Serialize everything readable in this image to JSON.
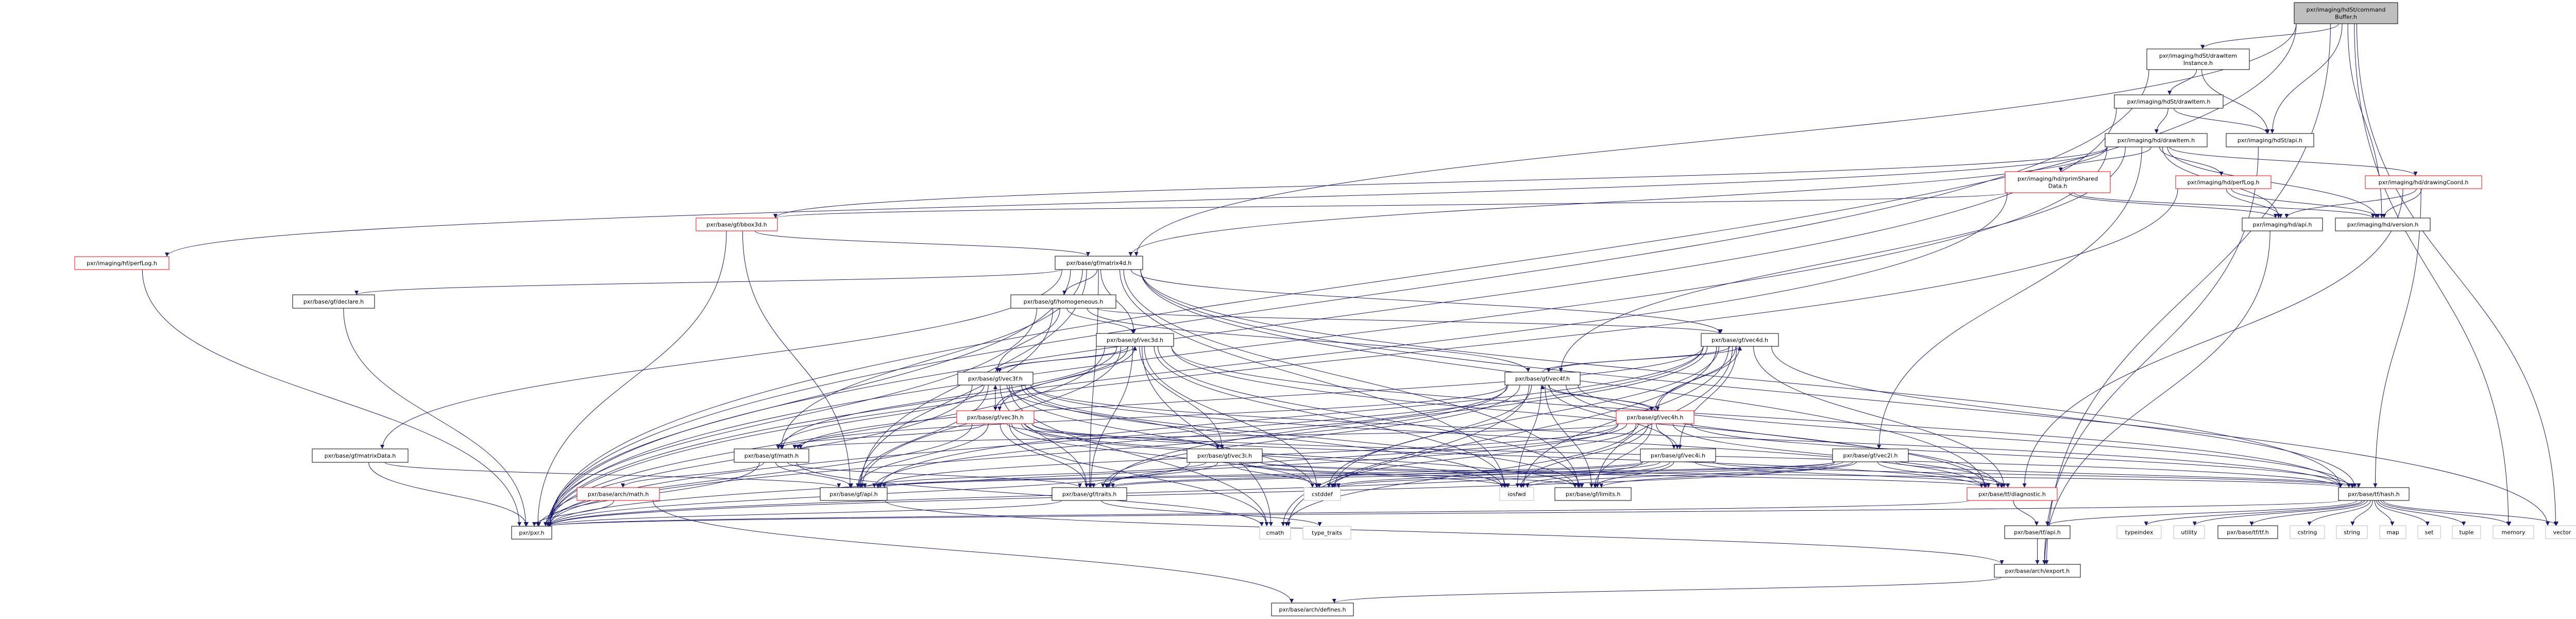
{
  "title": "pxr/imaging/hdSt/commandBuffer.h include dependency graph",
  "colors": {
    "edge": "#191970",
    "truncated_border": "#ff0000",
    "focus_fill": "#bfbfbf",
    "system_border": "#bfbfbf"
  },
  "nodes": [
    {
      "id": "cb",
      "lines": [
        "pxr/imaging/hdSt/command",
        "Buffer.h"
      ],
      "style": "focus"
    },
    {
      "id": "dii",
      "lines": [
        "pxr/imaging/hdSt/drawItem",
        "Instance.h"
      ],
      "style": "normal"
    },
    {
      "id": "hdstdi",
      "lines": [
        "pxr/imaging/hdSt/drawItem.h"
      ],
      "style": "normal"
    },
    {
      "id": "hddi",
      "lines": [
        "pxr/imaging/hd/drawItem.h"
      ],
      "style": "normal"
    },
    {
      "id": "hdstapi",
      "lines": [
        "pxr/imaging/hdSt/api.h"
      ],
      "style": "normal"
    },
    {
      "id": "rpsd",
      "lines": [
        "pxr/imaging/hd/rprimShared",
        "Data.h"
      ],
      "style": "red"
    },
    {
      "id": "hdperf",
      "lines": [
        "pxr/imaging/hd/perfLog.h"
      ],
      "style": "red"
    },
    {
      "id": "dcoord",
      "lines": [
        "pxr/imaging/hd/drawingCoord.h"
      ],
      "style": "red"
    },
    {
      "id": "hdapi",
      "lines": [
        "pxr/imaging/hd/api.h"
      ],
      "style": "normal"
    },
    {
      "id": "hdver",
      "lines": [
        "pxr/imaging/hd/version.h"
      ],
      "style": "normal"
    },
    {
      "id": "hfperf",
      "lines": [
        "pxr/imaging/hf/perfLog.h"
      ],
      "style": "red"
    },
    {
      "id": "bbox",
      "lines": [
        "pxr/base/gf/bbox3d.h"
      ],
      "style": "red"
    },
    {
      "id": "m4d",
      "lines": [
        "pxr/base/gf/matrix4d.h"
      ],
      "style": "normal"
    },
    {
      "id": "decl",
      "lines": [
        "pxr/base/gf/declare.h"
      ],
      "style": "normal"
    },
    {
      "id": "homog",
      "lines": [
        "pxr/base/gf/homogeneous.h"
      ],
      "style": "normal"
    },
    {
      "id": "v3d",
      "lines": [
        "pxr/base/gf/vec3d.h"
      ],
      "style": "normal"
    },
    {
      "id": "v4d",
      "lines": [
        "pxr/base/gf/vec4d.h"
      ],
      "style": "normal"
    },
    {
      "id": "v3f",
      "lines": [
        "pxr/base/gf/vec3f.h"
      ],
      "style": "normal"
    },
    {
      "id": "v4f",
      "lines": [
        "pxr/base/gf/vec4f.h"
      ],
      "style": "normal"
    },
    {
      "id": "v3h",
      "lines": [
        "pxr/base/gf/vec3h.h"
      ],
      "style": "red"
    },
    {
      "id": "v4h",
      "lines": [
        "pxr/base/gf/vec4h.h"
      ],
      "style": "red"
    },
    {
      "id": "mdata",
      "lines": [
        "pxr/base/gf/matrixData.h"
      ],
      "style": "normal"
    },
    {
      "id": "gmath",
      "lines": [
        "pxr/base/gf/math.h"
      ],
      "style": "normal"
    },
    {
      "id": "v3i",
      "lines": [
        "pxr/base/gf/vec3i.h"
      ],
      "style": "normal"
    },
    {
      "id": "v4i",
      "lines": [
        "pxr/base/gf/vec4i.h"
      ],
      "style": "normal"
    },
    {
      "id": "v2i",
      "lines": [
        "pxr/base/gf/vec2i.h"
      ],
      "style": "normal"
    },
    {
      "id": "amath",
      "lines": [
        "pxr/base/arch/math.h"
      ],
      "style": "red"
    },
    {
      "id": "gapi",
      "lines": [
        "pxr/base/gf/api.h"
      ],
      "style": "normal"
    },
    {
      "id": "traits",
      "lines": [
        "pxr/base/gf/traits.h"
      ],
      "style": "normal"
    },
    {
      "id": "cstddef",
      "lines": [
        "cstddef"
      ],
      "style": "system"
    },
    {
      "id": "iosfwd",
      "lines": [
        "iosfwd"
      ],
      "style": "system"
    },
    {
      "id": "limits",
      "lines": [
        "pxr/base/gf/limits.h"
      ],
      "style": "normal"
    },
    {
      "id": "diag",
      "lines": [
        "pxr/base/tf/diagnostic.h"
      ],
      "style": "red"
    },
    {
      "id": "hash",
      "lines": [
        "pxr/base/tf/hash.h"
      ],
      "style": "normal"
    },
    {
      "id": "pxr",
      "lines": [
        "pxr/pxr.h"
      ],
      "style": "normal"
    },
    {
      "id": "cmath",
      "lines": [
        "cmath"
      ],
      "style": "system"
    },
    {
      "id": "ttraits",
      "lines": [
        "type_traits"
      ],
      "style": "system"
    },
    {
      "id": "tfapi",
      "lines": [
        "pxr/base/tf/api.h"
      ],
      "style": "normal"
    },
    {
      "id": "typeindex",
      "lines": [
        "typeindex"
      ],
      "style": "system"
    },
    {
      "id": "utility",
      "lines": [
        "utility"
      ],
      "style": "system"
    },
    {
      "id": "tf",
      "lines": [
        "pxr/base/tf/tf.h"
      ],
      "style": "normal"
    },
    {
      "id": "cstring",
      "lines": [
        "cstring"
      ],
      "style": "system"
    },
    {
      "id": "string",
      "lines": [
        "string"
      ],
      "style": "system"
    },
    {
      "id": "map",
      "lines": [
        "map"
      ],
      "style": "system"
    },
    {
      "id": "set",
      "lines": [
        "set"
      ],
      "style": "system"
    },
    {
      "id": "tuple",
      "lines": [
        "tuple"
      ],
      "style": "system"
    },
    {
      "id": "memory",
      "lines": [
        "memory"
      ],
      "style": "system"
    },
    {
      "id": "vector",
      "lines": [
        "vector"
      ],
      "style": "system"
    },
    {
      "id": "export",
      "lines": [
        "pxr/base/arch/export.h"
      ],
      "style": "normal"
    },
    {
      "id": "defines",
      "lines": [
        "pxr/base/arch/defines.h"
      ],
      "style": "normal"
    }
  ],
  "edges": [
    [
      "cb",
      "dii"
    ],
    [
      "cb",
      "hdstapi"
    ],
    [
      "cb",
      "hdver"
    ],
    [
      "cb",
      "pxr"
    ],
    [
      "cb",
      "m4d"
    ],
    [
      "cb",
      "memory"
    ],
    [
      "cb",
      "vector"
    ],
    [
      "cb",
      "export"
    ],
    [
      "dii",
      "hdstdi"
    ],
    [
      "dii",
      "hdstapi"
    ],
    [
      "dii",
      "pxr"
    ],
    [
      "hdstdi",
      "hddi"
    ],
    [
      "hdstdi",
      "hdstapi"
    ],
    [
      "hdstdi",
      "pxr"
    ],
    [
      "hddi",
      "rpsd"
    ],
    [
      "hddi",
      "hdperf"
    ],
    [
      "hddi",
      "dcoord"
    ],
    [
      "hddi",
      "hdapi"
    ],
    [
      "hddi",
      "hdver"
    ],
    [
      "hddi",
      "bbox"
    ],
    [
      "hddi",
      "m4d"
    ],
    [
      "hddi",
      "hfperf"
    ],
    [
      "hddi",
      "v2i"
    ],
    [
      "hddi",
      "v4f"
    ],
    [
      "hddi",
      "pxr"
    ],
    [
      "hdstapi",
      "export"
    ],
    [
      "rpsd",
      "hdapi"
    ],
    [
      "rpsd",
      "hdver"
    ],
    [
      "rpsd",
      "bbox"
    ],
    [
      "rpsd",
      "pxr"
    ],
    [
      "hdperf",
      "hdapi"
    ],
    [
      "hdperf",
      "hdver"
    ],
    [
      "hdperf",
      "pxr"
    ],
    [
      "dcoord",
      "hdapi"
    ],
    [
      "dcoord",
      "hdver"
    ],
    [
      "dcoord",
      "diag"
    ],
    [
      "dcoord",
      "hash"
    ],
    [
      "hdapi",
      "export"
    ],
    [
      "hfperf",
      "pxr"
    ],
    [
      "bbox",
      "m4d"
    ],
    [
      "bbox",
      "gapi"
    ],
    [
      "bbox",
      "pxr"
    ],
    [
      "m4d",
      "decl"
    ],
    [
      "m4d",
      "homog"
    ],
    [
      "m4d",
      "v3d"
    ],
    [
      "m4d",
      "v4d"
    ],
    [
      "m4d",
      "mdata"
    ],
    [
      "m4d",
      "gmath"
    ],
    [
      "m4d",
      "gapi"
    ],
    [
      "m4d",
      "traits"
    ],
    [
      "m4d",
      "limits"
    ],
    [
      "m4d",
      "diag"
    ],
    [
      "m4d",
      "hash"
    ],
    [
      "m4d",
      "iosfwd"
    ],
    [
      "m4d",
      "vector"
    ],
    [
      "m4d",
      "pxr"
    ],
    [
      "decl",
      "pxr"
    ],
    [
      "homog",
      "v3d"
    ],
    [
      "homog",
      "v3f"
    ],
    [
      "homog",
      "v4d"
    ],
    [
      "homog",
      "v4f"
    ],
    [
      "homog",
      "gapi"
    ],
    [
      "homog",
      "pxr"
    ],
    [
      "v3d",
      "v3f"
    ],
    [
      "v3d",
      "v3h"
    ],
    [
      "v3d",
      "v3i"
    ],
    [
      "v3d",
      "gmath"
    ],
    [
      "v3d",
      "gapi"
    ],
    [
      "v3d",
      "traits"
    ],
    [
      "v3d",
      "limits"
    ],
    [
      "v3d",
      "cstddef"
    ],
    [
      "v3d",
      "iosfwd"
    ],
    [
      "v3d",
      "cmath"
    ],
    [
      "v3d",
      "diag"
    ],
    [
      "v3d",
      "hash"
    ],
    [
      "v3d",
      "pxr"
    ],
    [
      "v4d",
      "v4f"
    ],
    [
      "v4d",
      "v4h"
    ],
    [
      "v4d",
      "v4i"
    ],
    [
      "v4d",
      "gmath"
    ],
    [
      "v4d",
      "gapi"
    ],
    [
      "v4d",
      "traits"
    ],
    [
      "v4d",
      "limits"
    ],
    [
      "v4d",
      "cstddef"
    ],
    [
      "v4d",
      "iosfwd"
    ],
    [
      "v4d",
      "cmath"
    ],
    [
      "v4d",
      "diag"
    ],
    [
      "v4d",
      "hash"
    ],
    [
      "v4d",
      "pxr"
    ],
    [
      "v3f",
      "v3d"
    ],
    [
      "v3f",
      "v3h"
    ],
    [
      "v3f",
      "v3i"
    ],
    [
      "v3f",
      "gmath"
    ],
    [
      "v3f",
      "gapi"
    ],
    [
      "v3f",
      "traits"
    ],
    [
      "v3f",
      "limits"
    ],
    [
      "v3f",
      "cstddef"
    ],
    [
      "v3f",
      "iosfwd"
    ],
    [
      "v3f",
      "cmath"
    ],
    [
      "v3f",
      "diag"
    ],
    [
      "v3f",
      "hash"
    ],
    [
      "v3f",
      "pxr"
    ],
    [
      "v4f",
      "v4d"
    ],
    [
      "v4f",
      "v4h"
    ],
    [
      "v4f",
      "v4i"
    ],
    [
      "v4f",
      "gmath"
    ],
    [
      "v4f",
      "gapi"
    ],
    [
      "v4f",
      "traits"
    ],
    [
      "v4f",
      "limits"
    ],
    [
      "v4f",
      "cstddef"
    ],
    [
      "v4f",
      "iosfwd"
    ],
    [
      "v4f",
      "cmath"
    ],
    [
      "v4f",
      "diag"
    ],
    [
      "v4f",
      "hash"
    ],
    [
      "v4f",
      "pxr"
    ],
    [
      "v3h",
      "v3d"
    ],
    [
      "v3h",
      "v3f"
    ],
    [
      "v3h",
      "v3i"
    ],
    [
      "v3h",
      "gmath"
    ],
    [
      "v3h",
      "gapi"
    ],
    [
      "v3h",
      "traits"
    ],
    [
      "v3h",
      "limits"
    ],
    [
      "v3h",
      "cstddef"
    ],
    [
      "v3h",
      "iosfwd"
    ],
    [
      "v3h",
      "cmath"
    ],
    [
      "v3h",
      "diag"
    ],
    [
      "v3h",
      "hash"
    ],
    [
      "v3h",
      "pxr"
    ],
    [
      "v4h",
      "v4d"
    ],
    [
      "v4h",
      "v4f"
    ],
    [
      "v4h",
      "v4i"
    ],
    [
      "v4h",
      "gmath"
    ],
    [
      "v4h",
      "gapi"
    ],
    [
      "v4h",
      "traits"
    ],
    [
      "v4h",
      "limits"
    ],
    [
      "v4h",
      "cstddef"
    ],
    [
      "v4h",
      "iosfwd"
    ],
    [
      "v4h",
      "cmath"
    ],
    [
      "v4h",
      "diag"
    ],
    [
      "v4h",
      "hash"
    ],
    [
      "v4h",
      "pxr"
    ],
    [
      "mdata",
      "gapi"
    ],
    [
      "mdata",
      "pxr"
    ],
    [
      "gmath",
      "amath"
    ],
    [
      "gmath",
      "gapi"
    ],
    [
      "gmath",
      "traits"
    ],
    [
      "gmath",
      "cmath"
    ],
    [
      "gmath",
      "pxr"
    ],
    [
      "v3i",
      "gapi"
    ],
    [
      "v3i",
      "traits"
    ],
    [
      "v3i",
      "limits"
    ],
    [
      "v3i",
      "cstddef"
    ],
    [
      "v3i",
      "iosfwd"
    ],
    [
      "v3i",
      "diag"
    ],
    [
      "v3i",
      "hash"
    ],
    [
      "v3i",
      "pxr"
    ],
    [
      "v4i",
      "gapi"
    ],
    [
      "v4i",
      "traits"
    ],
    [
      "v4i",
      "limits"
    ],
    [
      "v4i",
      "cstddef"
    ],
    [
      "v4i",
      "iosfwd"
    ],
    [
      "v4i",
      "diag"
    ],
    [
      "v4i",
      "hash"
    ],
    [
      "v4i",
      "pxr"
    ],
    [
      "v2i",
      "gapi"
    ],
    [
      "v2i",
      "traits"
    ],
    [
      "v2i",
      "limits"
    ],
    [
      "v2i",
      "cstddef"
    ],
    [
      "v2i",
      "iosfwd"
    ],
    [
      "v2i",
      "diag"
    ],
    [
      "v2i",
      "hash"
    ],
    [
      "v2i",
      "pxr"
    ],
    [
      "amath",
      "pxr"
    ],
    [
      "amath",
      "defines"
    ],
    [
      "gapi",
      "export"
    ],
    [
      "traits",
      "pxr"
    ],
    [
      "traits",
      "ttraits"
    ],
    [
      "diag",
      "tfapi"
    ],
    [
      "diag",
      "pxr"
    ],
    [
      "hash",
      "tfapi"
    ],
    [
      "hash",
      "typeindex"
    ],
    [
      "hash",
      "utility"
    ],
    [
      "hash",
      "tf"
    ],
    [
      "hash",
      "cstring"
    ],
    [
      "hash",
      "string"
    ],
    [
      "hash",
      "map"
    ],
    [
      "hash",
      "set"
    ],
    [
      "hash",
      "tuple"
    ],
    [
      "hash",
      "memory"
    ],
    [
      "hash",
      "vector"
    ],
    [
      "hash",
      "pxr"
    ],
    [
      "tfapi",
      "export"
    ],
    [
      "export",
      "defines"
    ]
  ]
}
